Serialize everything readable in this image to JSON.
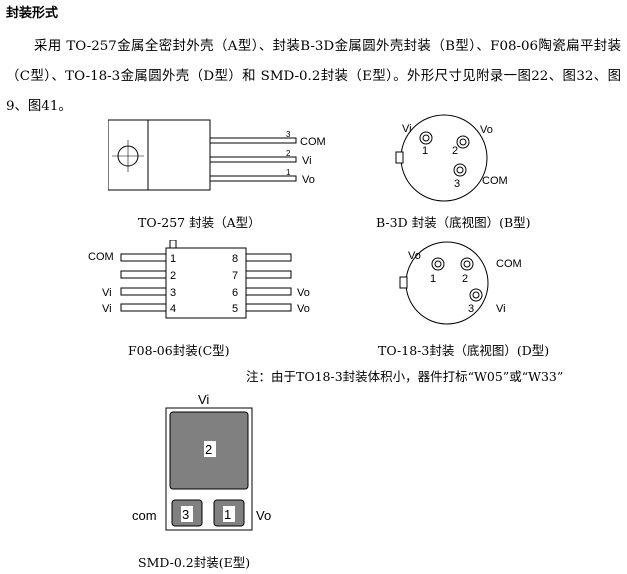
{
  "heading": "封装形式",
  "paragraph": "采用 TO-257金属全密封外壳（A型）、封装B-3D金属圆外壳封装（B型）、F08-06陶瓷扁平封装（C型）、TO-18-3金属圆外壳（D型）和 SMD-0.2封装（E型）。外形尺寸见附录一图22、图32、图9、图41。",
  "pkg_a": {
    "caption": "TO-257 封装（A型）",
    "pins": [
      {
        "num": "3",
        "label": "COM"
      },
      {
        "num": "2",
        "label": "Vi"
      },
      {
        "num": "1",
        "label": "Vo"
      }
    ]
  },
  "pkg_b": {
    "caption": "B-3D 封装（底视图）(B型)",
    "labels": {
      "vi": "Vi",
      "vo": "Vo",
      "com": "COM",
      "p1": "1",
      "p2": "2",
      "p3": "3"
    }
  },
  "pkg_c": {
    "caption": "F08-06封装(C型)",
    "left_pins": [
      {
        "num": "1",
        "label": "COM"
      },
      {
        "num": "2",
        "label": ""
      },
      {
        "num": "3",
        "label": "Vi"
      },
      {
        "num": "4",
        "label": "Vi"
      }
    ],
    "right_pins": [
      {
        "num": "8",
        "label": ""
      },
      {
        "num": "7",
        "label": ""
      },
      {
        "num": "6",
        "label": "Vo"
      },
      {
        "num": "5",
        "label": "Vo"
      }
    ]
  },
  "pkg_d": {
    "caption": "TO-18-3封装（底视图）(D型)",
    "labels": {
      "vo": "Vo",
      "com": "COM",
      "vi": "Vi",
      "p1": "1",
      "p2": "2",
      "p3": "3"
    }
  },
  "note": "注：由于TO18-3封装体积小，器件打标“W05”或“W33”",
  "pkg_e": {
    "caption": "SMD-0.2封装(E型)",
    "labels": {
      "vi": "Vi",
      "com": "com",
      "vo": "Vo",
      "pad_big": "2",
      "pad_left": "3",
      "pad_right": "1"
    }
  }
}
